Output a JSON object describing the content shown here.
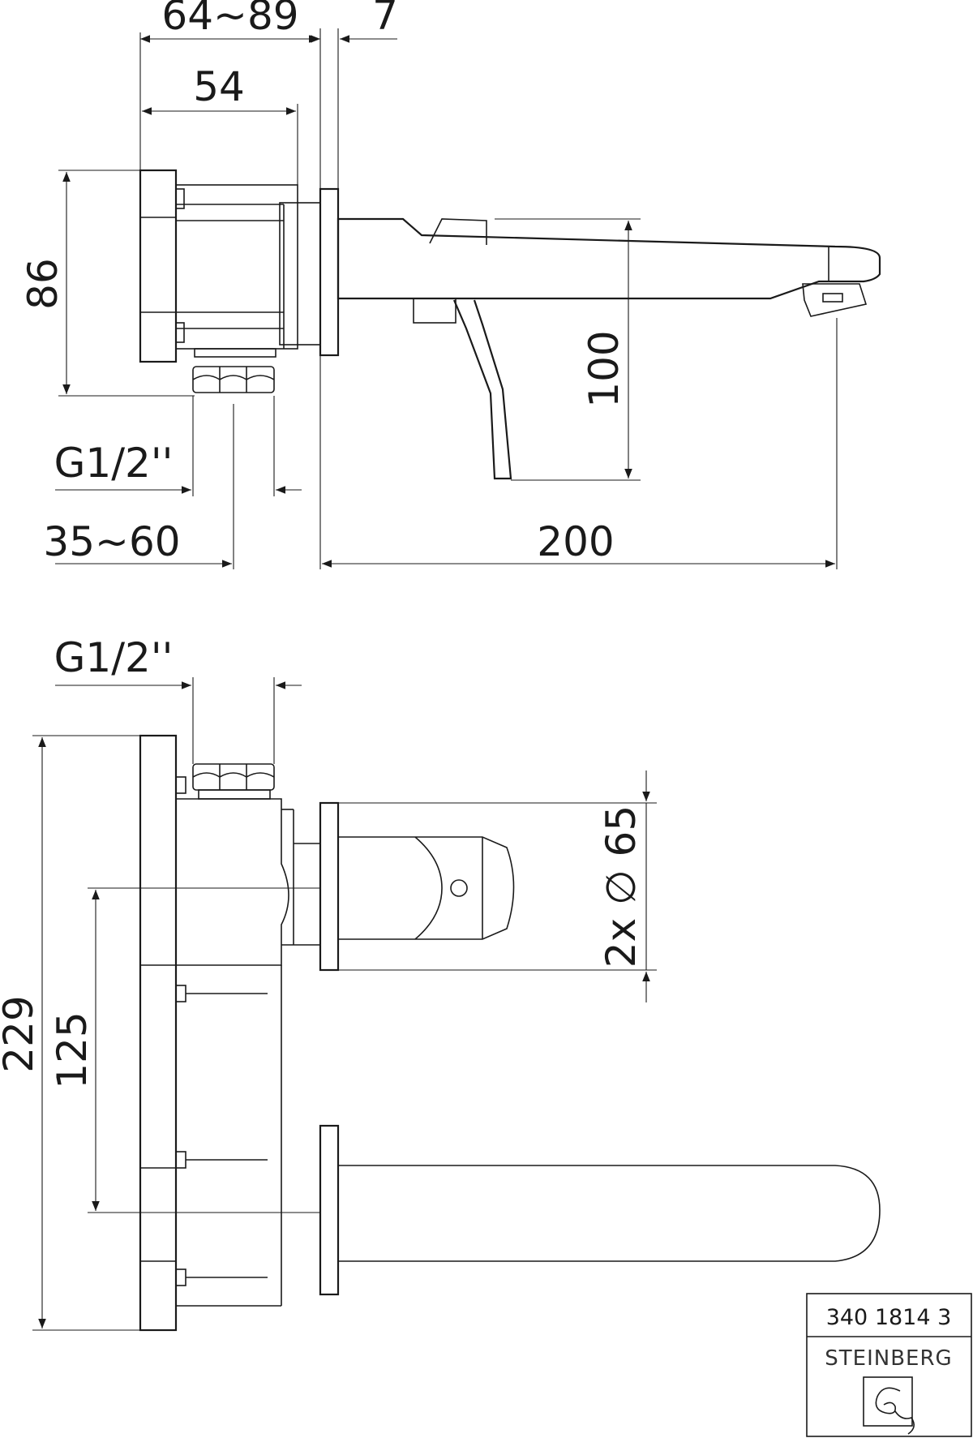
{
  "top_view": {
    "dims": {
      "install_depth": "64~89",
      "rosette": "7",
      "body_depth": "54",
      "height": "86",
      "spout_height": "100",
      "thread_top": "G1/2''",
      "wall_range": "35~60",
      "spout_length": "200"
    }
  },
  "front_view": {
    "dims": {
      "thread": "G1/2''",
      "diameter": "2x ∅ 65",
      "total_height": "229",
      "center_distance": "125"
    }
  },
  "title_block": {
    "article_number": "340 1814 3",
    "brand": "STEINBERG",
    "logo_icon": "steinberg-logo-icon"
  }
}
